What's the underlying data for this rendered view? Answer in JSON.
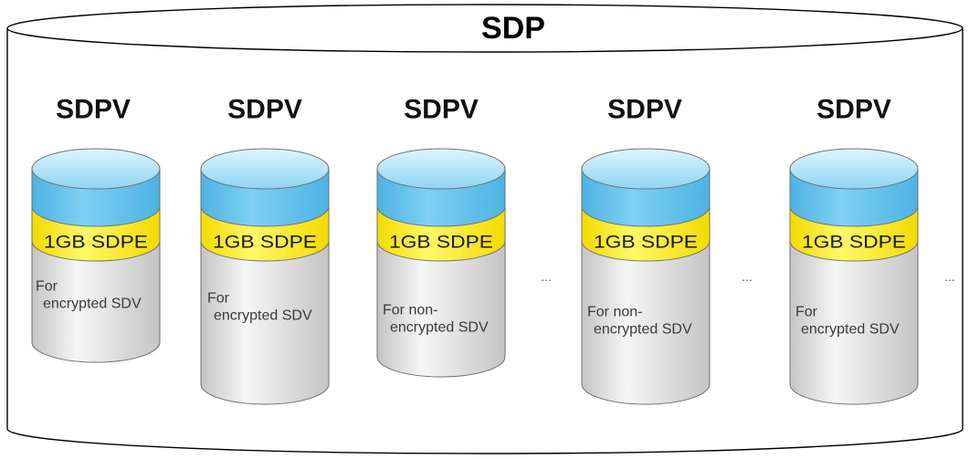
{
  "diagram": {
    "pool_label": "SDP",
    "volumes": [
      {
        "volume_label": "SDPV",
        "extent_label": "1GB SDPE",
        "usage": [
          "For",
          "encrypted SDV"
        ]
      },
      {
        "volume_label": "SDPV",
        "extent_label": "1GB SDPE",
        "usage": [
          "For",
          "encrypted SDV"
        ]
      },
      {
        "volume_label": "SDPV",
        "extent_label": "1GB SDPE",
        "usage": [
          "For non-",
          "encrypted SDV"
        ]
      },
      {
        "volume_label": "SDPV",
        "extent_label": "1GB SDPE",
        "usage": [
          "For non-",
          "encrypted SDV"
        ]
      },
      {
        "volume_label": "SDPV",
        "extent_label": "1GB SDPE",
        "usage": [
          "For",
          "encrypted SDV"
        ]
      }
    ],
    "continuation_marks": [
      "...",
      "...",
      "..."
    ]
  },
  "colors": {
    "outline": "#000000",
    "pool_fill": "#ffffff",
    "volume_outline": "#707070",
    "top_face_light": "#dff5fe",
    "top_face_dark": "#8fd4f3",
    "side_light": "#7ed0f3",
    "side_dark": "#4db3e2",
    "band_light": "#fff76a",
    "band_dark": "#f2db00",
    "body_light": "#f6f6f6",
    "body_dark": "#c4c4c4"
  }
}
